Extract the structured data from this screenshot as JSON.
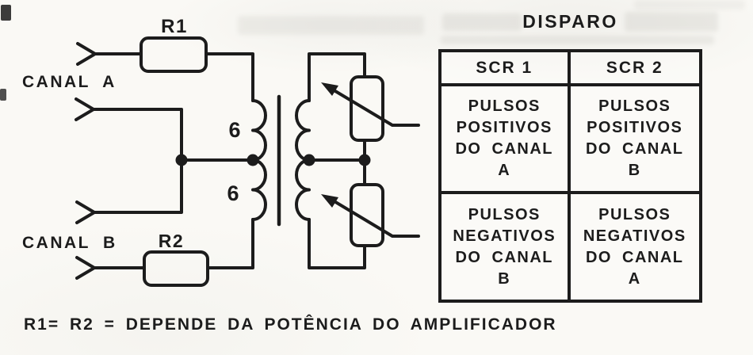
{
  "figure": {
    "type": "scanned-schematic",
    "colors": {
      "ink": "#1c1c1c",
      "paper": "#faf9f5"
    }
  },
  "schematic": {
    "labels": {
      "r1": "R1",
      "r2": "R2",
      "canal_a": "CANAL A",
      "canal_b": "CANAL B",
      "winding_top": "6",
      "winding_bottom": "6"
    },
    "caption": "R1= R2 = DEPENDE DA POTÊNCIA DO AMPLIFICADOR"
  },
  "table": {
    "title": "DISPARO",
    "headers": [
      "SCR 1",
      "SCR 2"
    ],
    "rows": [
      {
        "cells": [
          {
            "lines": [
              "PULSOS",
              "POSITIVOS",
              "DO CANAL",
              "A"
            ]
          },
          {
            "lines": [
              "PULSOS",
              "POSITIVOS",
              "DO CANAL",
              "B"
            ]
          }
        ]
      },
      {
        "cells": [
          {
            "lines": [
              "PULSOS",
              "NEGATIVOS",
              "DO CANAL",
              "B"
            ]
          },
          {
            "lines": [
              "PULSOS",
              "NEGATIVOS",
              "DO CANAL",
              "A"
            ]
          }
        ]
      }
    ]
  }
}
